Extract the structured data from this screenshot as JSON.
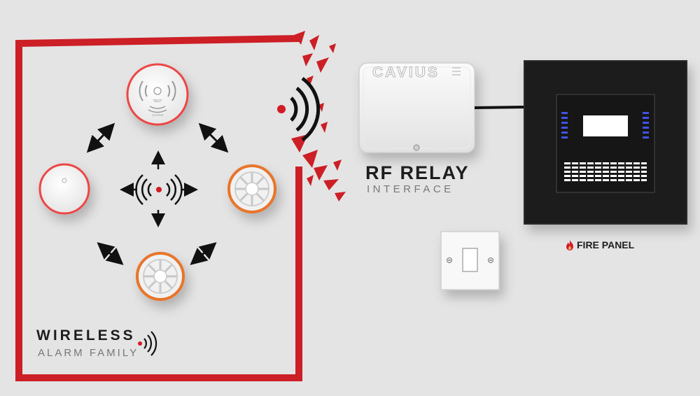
{
  "wireless": {
    "title": "WIRELESS",
    "subtitle": "ALARM FAMILY"
  },
  "rf_relay": {
    "title": "RF RELAY",
    "subtitle": "INTERFACE",
    "brand": "CAVIUS"
  },
  "fire_panel": {
    "label": "FIRE PANEL"
  },
  "detector": {
    "test_label": "TEST",
    "brand_small": "CAVIUS"
  },
  "colors": {
    "border_red": "#cc1f26",
    "signal_red": "#d31b23",
    "orange": "#e8742c",
    "dark": "#1c1c1c",
    "panel_blue": "#3f52e6"
  },
  "icons": [
    "wireless-signal-icon",
    "fire-icon",
    "arrow-icon"
  ]
}
